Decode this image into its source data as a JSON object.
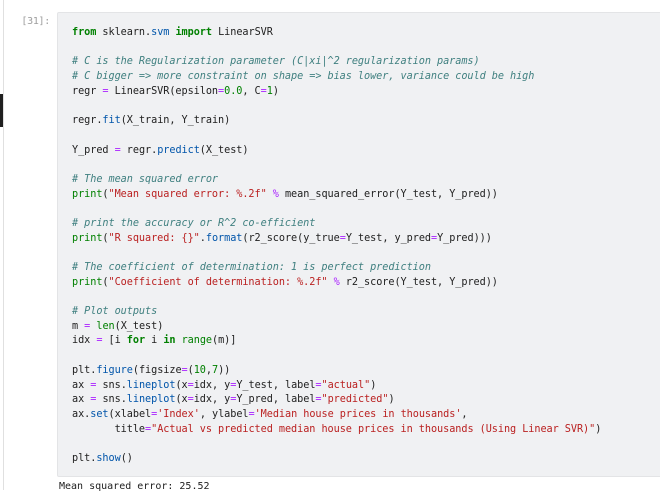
{
  "cell": {
    "prompt": "[31]:",
    "code_lines": [
      {
        "tokens": [
          {
            "t": "from",
            "c": "kw"
          },
          {
            "t": " sklearn."
          },
          {
            "t": "svm",
            "c": "fn"
          },
          {
            "t": " "
          },
          {
            "t": "import",
            "c": "kw"
          },
          {
            "t": " LinearSVR"
          }
        ]
      },
      {
        "tokens": []
      },
      {
        "tokens": [
          {
            "t": "# C is the Regularization parameter (C|xi|^2 regularization params)",
            "c": "cm"
          }
        ]
      },
      {
        "tokens": [
          {
            "t": "# C bigger => more constraint on shape => bias lower, variance could be high",
            "c": "cm"
          }
        ]
      },
      {
        "tokens": [
          {
            "t": "regr "
          },
          {
            "t": "=",
            "c": "op"
          },
          {
            "t": " LinearSVR(epsilon"
          },
          {
            "t": "=",
            "c": "op"
          },
          {
            "t": "0.0",
            "c": "nu"
          },
          {
            "t": ", C"
          },
          {
            "t": "=",
            "c": "op"
          },
          {
            "t": "1",
            "c": "nu"
          },
          {
            "t": ")"
          }
        ]
      },
      {
        "tokens": []
      },
      {
        "tokens": [
          {
            "t": "regr."
          },
          {
            "t": "fit",
            "c": "fn"
          },
          {
            "t": "(X_train, Y_train)"
          }
        ]
      },
      {
        "tokens": []
      },
      {
        "tokens": [
          {
            "t": "Y_pred "
          },
          {
            "t": "=",
            "c": "op"
          },
          {
            "t": " regr."
          },
          {
            "t": "predict",
            "c": "fn"
          },
          {
            "t": "(X_test)"
          }
        ]
      },
      {
        "tokens": []
      },
      {
        "tokens": [
          {
            "t": "# The mean squared error",
            "c": "cm"
          }
        ]
      },
      {
        "tokens": [
          {
            "t": "print",
            "c": "bi"
          },
          {
            "t": "("
          },
          {
            "t": "\"Mean squared error: %.2f\"",
            "c": "st"
          },
          {
            "t": " "
          },
          {
            "t": "%",
            "c": "op"
          },
          {
            "t": " mean_squared_error(Y_test, Y_pred))"
          }
        ]
      },
      {
        "tokens": []
      },
      {
        "tokens": [
          {
            "t": "# print the accuracy or R^2 co-efficient",
            "c": "cm"
          }
        ]
      },
      {
        "tokens": [
          {
            "t": "print",
            "c": "bi"
          },
          {
            "t": "("
          },
          {
            "t": "\"R squared: {}\"",
            "c": "st"
          },
          {
            "t": "."
          },
          {
            "t": "format",
            "c": "fn"
          },
          {
            "t": "(r2_score(y_true"
          },
          {
            "t": "=",
            "c": "op"
          },
          {
            "t": "Y_test, y_pred"
          },
          {
            "t": "=",
            "c": "op"
          },
          {
            "t": "Y_pred)))"
          }
        ]
      },
      {
        "tokens": []
      },
      {
        "tokens": [
          {
            "t": "# The coefficient of determination: 1 is perfect prediction",
            "c": "cm"
          }
        ]
      },
      {
        "tokens": [
          {
            "t": "print",
            "c": "bi"
          },
          {
            "t": "("
          },
          {
            "t": "\"Coefficient of determination: %.2f\"",
            "c": "st"
          },
          {
            "t": " "
          },
          {
            "t": "%",
            "c": "op"
          },
          {
            "t": " r2_score(Y_test, Y_pred))"
          }
        ]
      },
      {
        "tokens": []
      },
      {
        "tokens": [
          {
            "t": "# Plot outputs",
            "c": "cm"
          }
        ]
      },
      {
        "tokens": [
          {
            "t": "m "
          },
          {
            "t": "=",
            "c": "op"
          },
          {
            "t": " "
          },
          {
            "t": "len",
            "c": "bi"
          },
          {
            "t": "(X_test)"
          }
        ]
      },
      {
        "tokens": [
          {
            "t": "idx "
          },
          {
            "t": "=",
            "c": "op"
          },
          {
            "t": " [i "
          },
          {
            "t": "for",
            "c": "kw"
          },
          {
            "t": " i "
          },
          {
            "t": "in",
            "c": "kw"
          },
          {
            "t": " "
          },
          {
            "t": "range",
            "c": "bi"
          },
          {
            "t": "(m)]"
          }
        ]
      },
      {
        "tokens": []
      },
      {
        "tokens": [
          {
            "t": "plt."
          },
          {
            "t": "figure",
            "c": "fn"
          },
          {
            "t": "(figsize"
          },
          {
            "t": "=",
            "c": "op"
          },
          {
            "t": "("
          },
          {
            "t": "10",
            "c": "nu"
          },
          {
            "t": ","
          },
          {
            "t": "7",
            "c": "nu"
          },
          {
            "t": "))"
          }
        ]
      },
      {
        "tokens": [
          {
            "t": "ax "
          },
          {
            "t": "=",
            "c": "op"
          },
          {
            "t": " sns."
          },
          {
            "t": "lineplot",
            "c": "fn"
          },
          {
            "t": "(x"
          },
          {
            "t": "=",
            "c": "op"
          },
          {
            "t": "idx, y"
          },
          {
            "t": "=",
            "c": "op"
          },
          {
            "t": "Y_test, label"
          },
          {
            "t": "=",
            "c": "op"
          },
          {
            "t": "\"actual\"",
            "c": "st"
          },
          {
            "t": ")"
          }
        ]
      },
      {
        "tokens": [
          {
            "t": "ax "
          },
          {
            "t": "=",
            "c": "op"
          },
          {
            "t": " sns."
          },
          {
            "t": "lineplot",
            "c": "fn"
          },
          {
            "t": "(x"
          },
          {
            "t": "=",
            "c": "op"
          },
          {
            "t": "idx, y"
          },
          {
            "t": "=",
            "c": "op"
          },
          {
            "t": "Y_pred, label"
          },
          {
            "t": "=",
            "c": "op"
          },
          {
            "t": "\"predicted\"",
            "c": "st"
          },
          {
            "t": ")"
          }
        ]
      },
      {
        "tokens": [
          {
            "t": "ax."
          },
          {
            "t": "set",
            "c": "fn"
          },
          {
            "t": "(xlabel"
          },
          {
            "t": "=",
            "c": "op"
          },
          {
            "t": "'Index'",
            "c": "st"
          },
          {
            "t": ", ylabel"
          },
          {
            "t": "=",
            "c": "op"
          },
          {
            "t": "'Median house prices in thousands'",
            "c": "st"
          },
          {
            "t": ","
          }
        ]
      },
      {
        "tokens": [
          {
            "t": "       title"
          },
          {
            "t": "=",
            "c": "op"
          },
          {
            "t": "\"Actual vs predicted median house prices in thousands (Using Linear SVR)\"",
            "c": "st"
          },
          {
            "t": ")"
          }
        ]
      },
      {
        "tokens": []
      },
      {
        "tokens": [
          {
            "t": "plt."
          },
          {
            "t": "show",
            "c": "fn"
          },
          {
            "t": "()"
          }
        ]
      }
    ]
  },
  "output": {
    "text": "Mean squared error: 25.52"
  }
}
